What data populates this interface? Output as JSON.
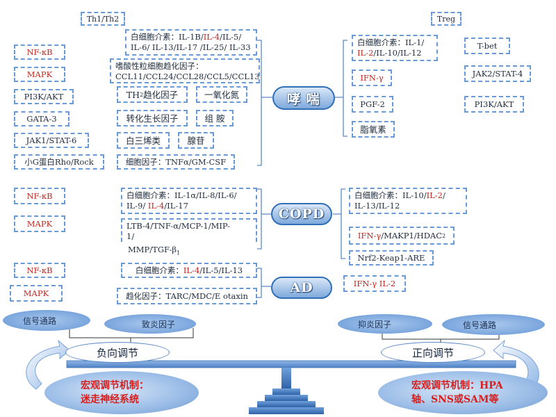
{
  "top_labels": {
    "th": "Th1/Th2",
    "treg": "Treg"
  },
  "hubs": {
    "asthma": "哮 喘",
    "copd": "COPD",
    "ad": "AD"
  },
  "asthma": {
    "left_signals": [
      "NF-κB",
      "MAPK",
      "PI3K/AKT",
      "GATA-3",
      "JAK1/STAT-6",
      "小G蛋白Rho/Rock"
    ],
    "il_prefix": "白细胞介素：",
    "il_line1_a": "IL-1B/",
    "il_line1_red": "IL-4",
    "il_line1_b": "/IL-5/",
    "il_line2": "IL-6/ IL-13/IL-17 /IL-25/ IL-33",
    "eos_title": "嗜酸性粒细胞趋化因子：",
    "eos_list": "CCL11/CCL24/CCL28/CCL5/CCL13",
    "th2_chem_a": "TH",
    "th2_chem_sub": "2",
    "th2_chem_b": "趋化因子",
    "no": "一氧化氮",
    "tgf": "转化生长因子",
    "histamine": "组 胺",
    "leukotriene": "白三烯类",
    "adenosine": "腺苷",
    "cytokine": "细胞因子：TNFα/GM-CSF",
    "right_il_prefix": "白细胞介素：IL-1/",
    "right_il_red": "IL-2",
    "right_il_rest": "/IL-10/IL-12",
    "right_ifn": "IFN-γ",
    "right_pgf": "PGF-2",
    "right_lipoxin": "脂氧素",
    "treg_signals": [
      "T-bet",
      "JAK2/STAT-4",
      "PI3K/AKT"
    ]
  },
  "copd": {
    "left_signals": [
      "NF-κB",
      "MAPK"
    ],
    "il_line1": "白细胞介素：IL-1α/IL-8/IL-6/",
    "il_line2_a": "IL-9/ ",
    "il_line2_red": "IL-4",
    "il_line2_b": "/IL-17",
    "ltb_line1": "LTB-4/TNF-α/MCP-1/MIP-",
    "ltb_line2": "1/",
    "mmp_a": "MMP/TGF-β",
    "mmp_sub": "1",
    "right_il_line1_a": "白细胞介素：IL-10/",
    "right_il_line1_red": "IL-2",
    "right_il_line1_b": "/",
    "right_il_line2": "IL-13/IL-12",
    "ifn_red": "IFN-γ",
    "ifn_rest": "/MAKP1/HDAC",
    "ifn_sub": "2",
    "nrf2": "Nrf2-Keap1-ARE"
  },
  "ad": {
    "left_signals": [
      "NF-κB",
      "MAPK"
    ],
    "il_prefix": "白细胞介素：",
    "il_red": "IL-4",
    "il_rest": "/IL-5/IL-13",
    "chem": "趋化因子：TARC/MDC/E otaxin",
    "right_red": "IFN-γ IL-2"
  },
  "balance": {
    "left_cap_signal": "信号通路",
    "left_cap_proinflam": "致炎因子",
    "right_cap_antiinflam": "抑炎因子",
    "right_cap_signal": "信号通路",
    "negative": "负向调节",
    "positive": "正向调节",
    "left_mech_1": "宏观调节机制：",
    "left_mech_2": "迷走神经系统",
    "right_mech_1": "宏观调节机制：HPA",
    "right_mech_2": "轴、SNS或SAM等"
  },
  "colors": {
    "accent_blue": "#2f6fb8",
    "dash_blue": "#6a9ad6",
    "red": "#c0261e"
  }
}
